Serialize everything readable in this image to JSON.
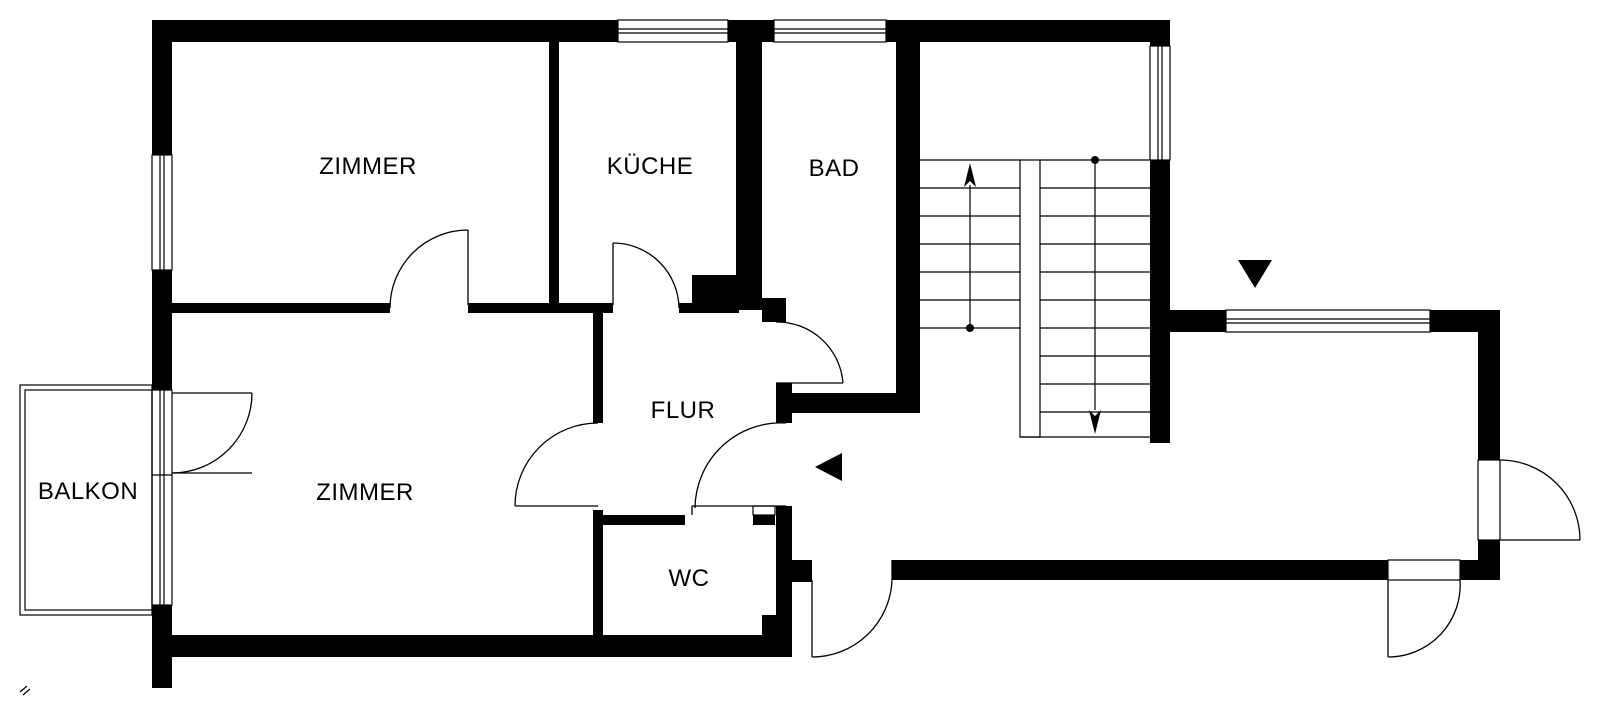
{
  "rooms": {
    "zimmer_top": "ZIMMER",
    "kueche": "KÜCHE",
    "bad": "BAD",
    "flur": "FLUR",
    "zimmer_main": "ZIMMER",
    "balkon": "BALKON",
    "wc": "WC"
  },
  "colors": {
    "wall": "#000000",
    "background": "#ffffff"
  }
}
